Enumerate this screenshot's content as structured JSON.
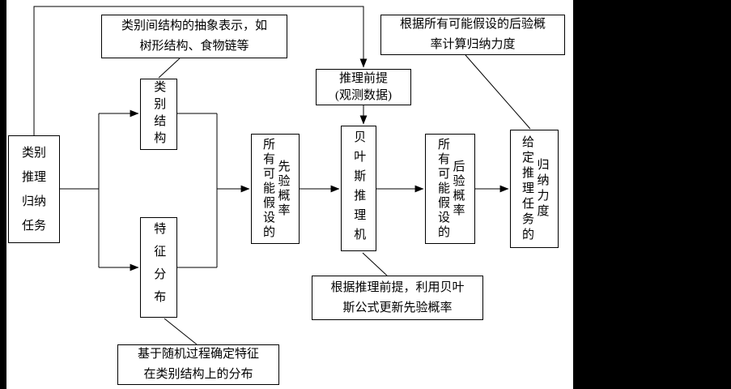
{
  "colors": {
    "line": "#000000",
    "canvas_bg": "#ffffff",
    "letterbox_bg": "#000000"
  },
  "flowchart": {
    "nodes": {
      "task": {
        "text": "类别\n推理\n归纳\n任务"
      },
      "category_structure": {
        "text": "类别结构"
      },
      "feature_distribution": {
        "text": "特征分布"
      },
      "prior": {
        "col1": "所有可能假设的",
        "col2": "先验概率"
      },
      "premise": {
        "text": "推理前提\n(观测数据)"
      },
      "bayes_engine": {
        "text": "贝叶斯推理机"
      },
      "posterior": {
        "col1": "所有可能假设的",
        "col2": "后验概率"
      },
      "induction_strength": {
        "col1": "给定推理任务的",
        "col2": "归纳力度"
      }
    },
    "annotations": {
      "structure_note": {
        "text": "类别间结构的抽象表示，如\n树形结构、食物链等"
      },
      "strength_note": {
        "text": "根据所有可能假设的后验概\n率计算归纳力度"
      },
      "bayes_note": {
        "text": "根据推理前提，利用贝叶\n斯公式更新先验概率"
      },
      "feature_note": {
        "text": "基于随机过程确定特征\n在类别结构上的分布"
      }
    }
  }
}
